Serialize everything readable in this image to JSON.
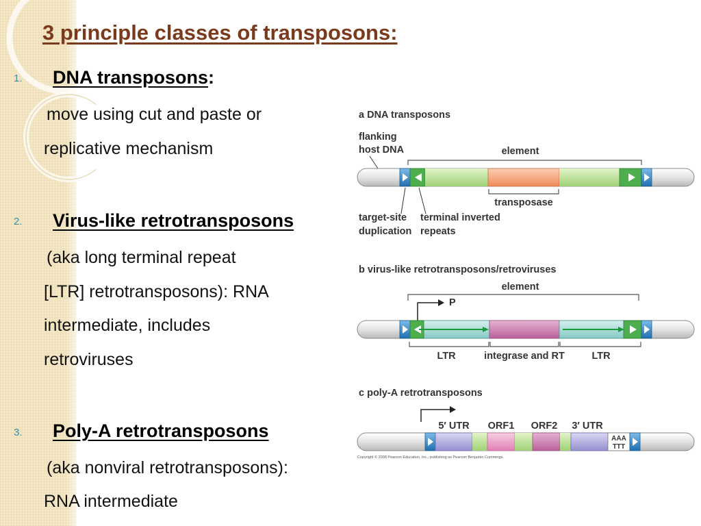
{
  "slide": {
    "title": "3 principle classes of transposons:",
    "items": [
      {
        "number": "1.",
        "heading": "DNA transposons",
        "heading_suffix": ":",
        "lines": [
          "move using cut and paste or",
          "replicative mechanism"
        ]
      },
      {
        "number": "2.",
        "heading": "Virus-like retrotransposons",
        "heading_suffix": "",
        "lines": [
          "(aka long terminal repeat",
          "[LTR] retrotransposons): RNA",
          "intermediate, includes",
          "retroviruses"
        ]
      },
      {
        "number": "3.",
        "heading": "Poly-A retrotransposons",
        "heading_suffix": "",
        "lines": [
          "(aka nonviral retrotransposons):",
          "RNA intermediate"
        ]
      }
    ]
  },
  "figure": {
    "panel_a": {
      "title": "a  DNA transposons",
      "flanking_line1": "flanking",
      "flanking_line2": "host DNA",
      "element": "element",
      "transposase": "transposase",
      "target_line1": "target-site",
      "target_line2": "duplication",
      "tir_line1": "terminal inverted",
      "tir_line2": "repeats"
    },
    "panel_b": {
      "title": "b  virus-like retrotransposons/retroviruses",
      "element": "element",
      "promoter": "P",
      "ltr_left": "LTR",
      "middle": "integrase and RT",
      "ltr_right": "LTR"
    },
    "panel_c": {
      "title": "c  poly-A retrotransposons",
      "utr5": "5′ UTR",
      "orf1": "ORF1",
      "orf2": "ORF2",
      "utr3": "3′ UTR",
      "polya_top": "AAA",
      "polya_bottom": "TTT"
    },
    "copyright": "Copyright © 2008 Pearson Education, Inc., publishing as Pearson Benjamin Cummings."
  },
  "colors": {
    "title": "#7a3a1c",
    "list_number": "#3d8ba3",
    "host_dna": "#e6e6e6",
    "blue_box": "#2f86c9",
    "green_segment": "#bfe39a",
    "transposase": "#f6a57c",
    "ltr_teal": "#a9dcd7",
    "integrase": "#cf7fb0",
    "utr_purple": "#b3b0e0",
    "orf_pink": "#eea3cc",
    "arrow_green": "#1a9a3a"
  }
}
